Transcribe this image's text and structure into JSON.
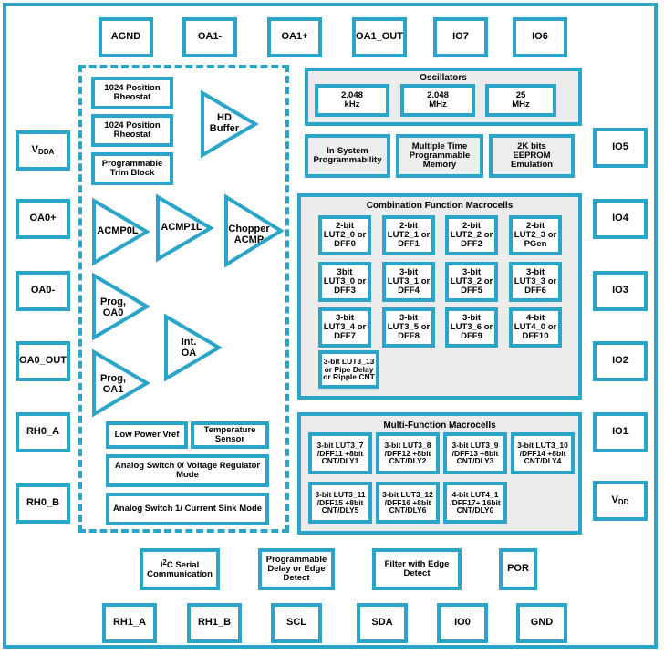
{
  "colors": {
    "accent": "#2aa5c7",
    "panel": "#ececec",
    "text": "#000000"
  },
  "pins": {
    "agnd": "AGND",
    "oa1_minus": "OA1-",
    "oa1_plus": "OA1+",
    "oa1_out": "OA1_OUT",
    "io7": "IO7",
    "io6": "IO6",
    "vdda": "V",
    "vdda_sub": "DDA",
    "oa0_plus": "OA0+",
    "oa0_minus": "OA0-",
    "oa0_out": "OA0_OUT",
    "rh0_a": "RH0_A",
    "rh0_b": "RH0_B",
    "io5": "IO5",
    "io4": "IO4",
    "io3": "IO3",
    "io2": "IO2",
    "io1": "IO1",
    "vdd": "V",
    "vdd_sub": "DD",
    "rh1_a": "RH1_A",
    "rh1_b": "RH1_B",
    "scl": "SCL",
    "sda": "SDA",
    "io0": "IO0",
    "gnd": "GND"
  },
  "analog": {
    "rheostat1": "1024 Position Rheostat",
    "rheostat2": "1024 Position Rheostat",
    "trim": "Programmable Trim Block",
    "hd_buffer": "HD Buffer",
    "acmp0l": "ACMP0L",
    "acmp1l": "ACMP1L",
    "chopper": "Chopper ACMP",
    "prog_oa0": "Prog, OA0",
    "prog_oa1": "Prog, OA1",
    "int_oa": "Int. OA",
    "vref": "Low Power Vref",
    "temp": "Temperature Sensor",
    "switch0": "Analog Switch 0/ Voltage Regulator Mode",
    "switch1": "Analog Switch 1/ Current Sink Mode"
  },
  "oscillators": {
    "title": "Oscillators",
    "osc1": "2.048 kHz",
    "osc2": "2.048 MHz",
    "osc3": "25 MHz"
  },
  "memory": {
    "isp": "In-System Programmability",
    "mtp": "Multiple Time Programmable Memory",
    "eeprom": "2K bits EEPROM Emulation"
  },
  "combo": {
    "title": "Combination Function Macrocells",
    "cells": [
      "2-bit LUT2_0 or DFF0",
      "2-bit LUT2_1 or DFF1",
      "2-bit LUT2_2 or DFF2",
      "2-bit LUT2_3 or PGen",
      "3bit LUT3_0 or DFF3",
      "3-bit LUT3_1 or DFF4",
      "3-bit LUT3_2 or DFF5",
      "3-bit LUT3_3 or DFF6",
      "3-bit LUT3_4 or DFF7",
      "3-bit LUT3_5 or DFF8",
      "3-bit LUT3_6 or DFF9",
      "4-bit LUT4_0 or DFF10"
    ],
    "lut3_13": "3-bit LUT3_13 or Pipe Delay or Ripple CNT"
  },
  "multi": {
    "title": "Multi-Function Macrocells",
    "cells": [
      "3-bit LUT3_7 /DFF11 +8bit CNT/DLY1",
      "3-bit LUT3_8 /DFF12 +8bit CNT/DLY2",
      "3-bit LUT3_9 /DFF13 +8bit CNT/DLY3",
      "3-bit LUT3_10 /DFF14 +8bit CNT/DLY4",
      "3-bit LUT3_11 /DFF15 +8bit CNT/DLY5",
      "3-bit LUT3_12 /DFF16 +8bit CNT/DLY6",
      "4-bit LUT4_1 /DFF17+ 16bit CNT/DLY0"
    ]
  },
  "bottom": {
    "i2c_pre": "I",
    "i2c_sup": "2",
    "i2c_post": "C Serial Communication",
    "delay": "Programmable Delay or Edge Detect",
    "filter": "Filter with Edge Detect",
    "por": "POR"
  }
}
